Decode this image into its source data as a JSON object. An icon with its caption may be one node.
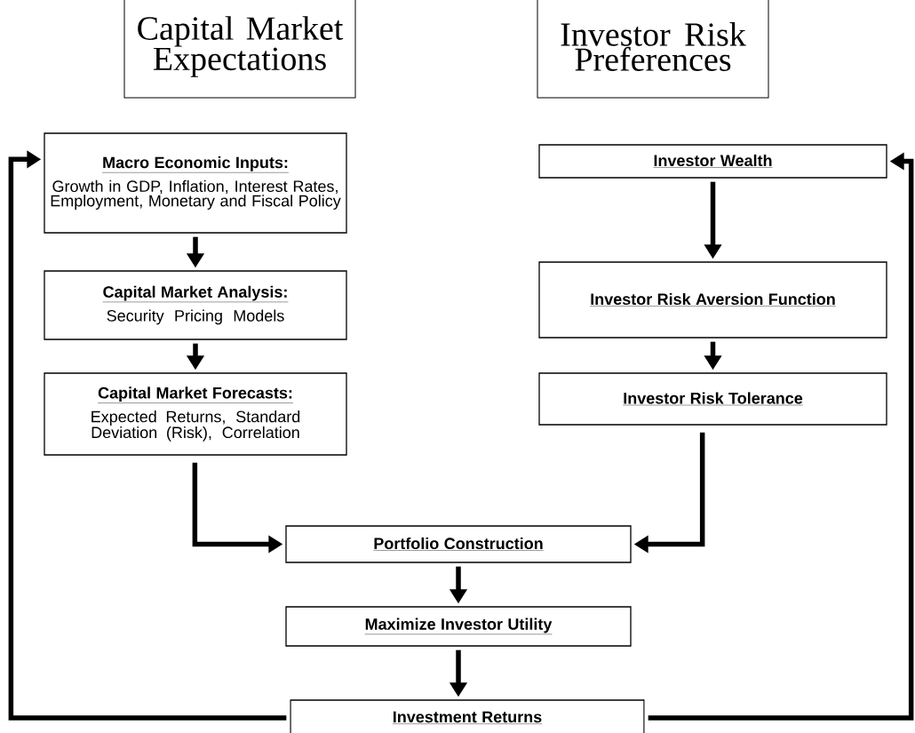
{
  "diagram": {
    "nodes": [
      {
        "text": [
          "Capital Market Expectations"
        ]
      },
      {
        "text": [
          "Investor Risk Preferences"
        ]
      },
      {
        "text": [
          "Macro Economic Inputs:",
          "Growth in GDP, Inflation, Interest Rates, Employment, Monetary and Fiscal Policy"
        ]
      },
      {
        "text": [
          "Capital Market Analysis:",
          "Security Pricing Models"
        ]
      },
      {
        "text": [
          "Capital Market Forecasts:",
          "Expected Returns, Standard Deviation (Risk), Correlation"
        ]
      },
      {
        "text": [
          "Investor Wealth"
        ]
      },
      {
        "text": [
          "Investor Risk Aversion Function"
        ]
      },
      {
        "text": [
          "Investor Risk Tolerance"
        ]
      },
      {
        "text": [
          "Portfolio Construction"
        ]
      },
      {
        "text": [
          "Maximize Investor Utility"
        ]
      },
      {
        "text": [
          "Investment Returns"
        ]
      }
    ],
    "edges": [
      {
        "from": 2,
        "to": 3,
        "arrow": "to"
      },
      {
        "from": 3,
        "to": 4,
        "arrow": "to"
      },
      {
        "from": 4,
        "to": 8,
        "arrow": "to"
      },
      {
        "from": 5,
        "to": 6,
        "arrow": "to"
      },
      {
        "from": 6,
        "to": 7,
        "arrow": "to"
      },
      {
        "from": 7,
        "to": 8,
        "arrow": "to"
      },
      {
        "from": 8,
        "to": 9,
        "arrow": "to"
      },
      {
        "from": 9,
        "to": 10,
        "arrow": "to"
      },
      {
        "from": 10,
        "to": 2,
        "arrow": "to"
      },
      {
        "from": 10,
        "to": 5,
        "arrow": "to"
      }
    ]
  }
}
